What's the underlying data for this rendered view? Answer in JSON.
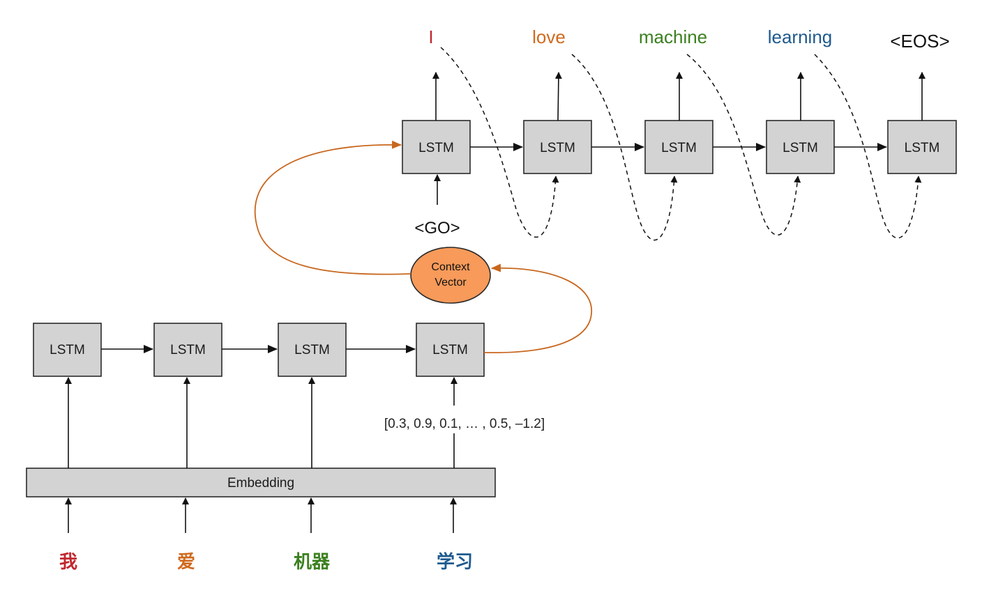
{
  "encoder": {
    "cell_label": "LSTM",
    "embedding_label": "Embedding",
    "vector_example": "[0.3, 0.9, 0.1, … , 0.5, –1.2]",
    "inputs": [
      {
        "text": "我",
        "color": "#c0282f"
      },
      {
        "text": "爱",
        "color": "#d06a1e"
      },
      {
        "text": "机器",
        "color": "#3b8020"
      },
      {
        "text": "学习",
        "color": "#1e5a8e"
      }
    ]
  },
  "context": {
    "line1": "Context",
    "line2": "Vector",
    "fill": "#f79a5a"
  },
  "decoder": {
    "cell_label": "LSTM",
    "go_token": "<GO>",
    "outputs": [
      {
        "text": "I",
        "color": "#c0282f"
      },
      {
        "text": "love",
        "color": "#d06a1e"
      },
      {
        "text": "machine",
        "color": "#3b8020"
      },
      {
        "text": "learning",
        "color": "#1e5a8e"
      },
      {
        "text": "<EOS>",
        "color": "#111111"
      }
    ]
  },
  "colors": {
    "box_fill": "#d3d3d3",
    "arrow": "#111111",
    "context_arrow": "#c8671e"
  }
}
